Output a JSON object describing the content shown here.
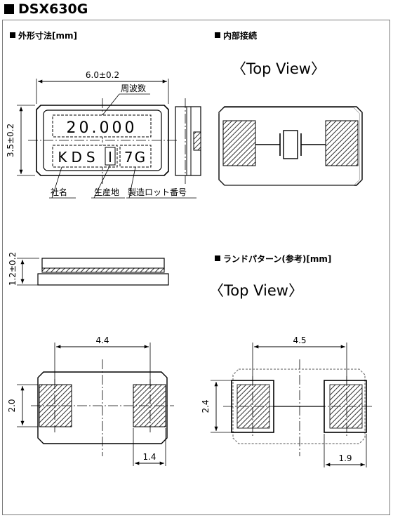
{
  "title": "DSX630G",
  "sections": {
    "dimensions": "外形寸法[mm]",
    "internal": "内部接続",
    "land": "ランドパターン(参考)[mm]"
  },
  "top_view_1": "〈Top View〉",
  "top_view_2": "〈Top View〉",
  "marking": {
    "frequency": "20.000",
    "company_code": "KDS",
    "plant_code": "I",
    "lot_code": "7G"
  },
  "labels": {
    "frequency": "周波数",
    "company": "社名",
    "plant": "生産地",
    "lot": "製造ロット番号"
  },
  "dims": {
    "width": "6.0±0.2",
    "height": "3.5±0.2",
    "thickness": "1.2±0.2",
    "pad_pitch_1": "4.4",
    "pad_height_1": "2.0",
    "pad_width_1": "1.4",
    "pad_pitch_2": "4.5",
    "pad_height_2": "2.4",
    "pad_width_2": "1.9"
  }
}
